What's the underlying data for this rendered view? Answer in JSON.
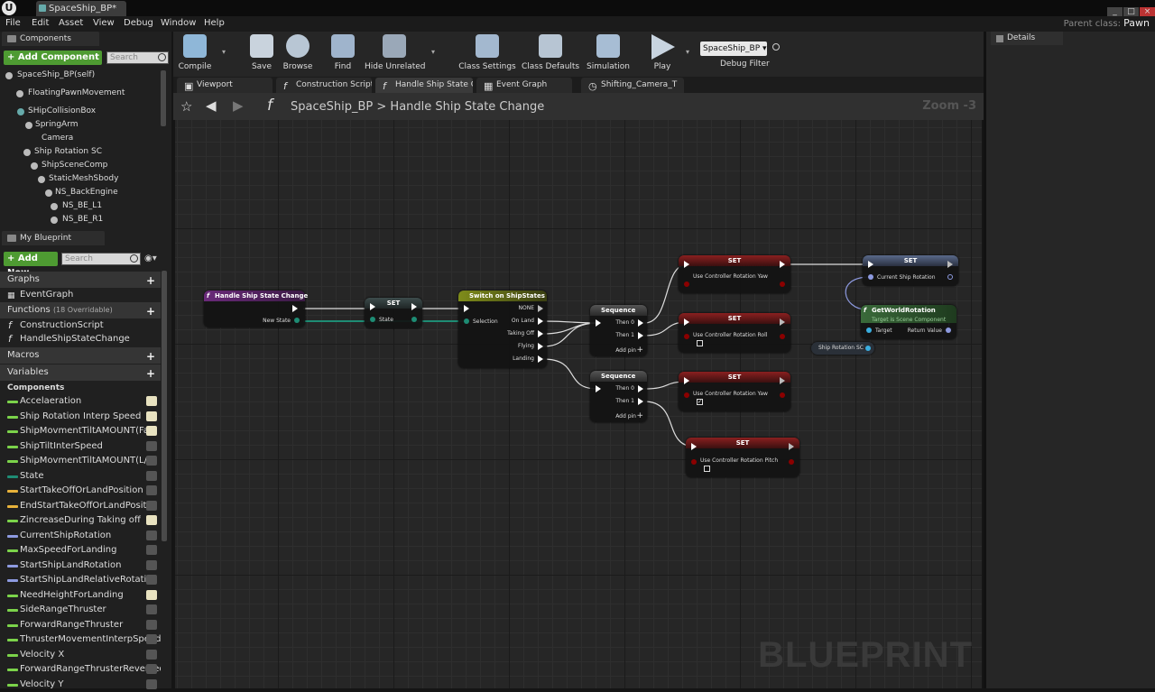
{
  "window": {
    "tab_title": "SpaceShip_BP*",
    "parent_class_label": "Parent class:",
    "parent_class_value": "Pawn"
  },
  "menu": [
    "File",
    "Edit",
    "Asset",
    "View",
    "Debug",
    "Window",
    "Help"
  ],
  "components": {
    "tab": "Components",
    "add_button": "+ Add Component",
    "search_placeholder": "Search",
    "tree": [
      "SpaceShip_BP(self)",
      "FloatingPawnMovement",
      "SHipCollisionBox",
      "SpringArm",
      "Camera",
      "Ship Rotation SC",
      "ShipSceneComp",
      "StaticMeshSbody",
      "NS_BackEngine",
      "NS_BE_L1",
      "NS_BE_R1"
    ]
  },
  "my_blueprint": {
    "tab": "My Blueprint",
    "add_button": "+ Add New",
    "search_placeholder": "Search",
    "graphs_header": "Graphs",
    "graphs": [
      "EventGraph"
    ],
    "functions_header": "Functions",
    "functions_count": "(18 Overridable)",
    "functions": [
      "ConstructionScript",
      "HandleShipStateChange"
    ],
    "macros_header": "Macros",
    "variables_header": "Variables",
    "variables_category": "Components",
    "variables": [
      {
        "name": "Accelaeration",
        "color": "#7bd34a",
        "visible": true
      },
      {
        "name": "Ship Rotation Interp Speed",
        "color": "#7bd34a",
        "visible": true
      },
      {
        "name": "ShipMovmentTiltAMOUNT(Fas",
        "color": "#7bd34a",
        "visible": true
      },
      {
        "name": "ShipTiltInterSpeed",
        "color": "#7bd34a",
        "visible": false
      },
      {
        "name": "ShipMovmentTiltAMOUNT(L/R",
        "color": "#7bd34a",
        "visible": false
      },
      {
        "name": "State",
        "color": "#1e8c74",
        "visible": false
      },
      {
        "name": "StartTakeOffOrLandPosition",
        "color": "#e8b23a",
        "visible": false
      },
      {
        "name": "EndStartTakeOffOrLandPositio",
        "color": "#e8b23a",
        "visible": false
      },
      {
        "name": "ZincreaseDuring Taking off",
        "color": "#7bd34a",
        "visible": true
      },
      {
        "name": "CurrentShipRotation",
        "color": "#8d9ae0",
        "visible": false
      },
      {
        "name": "MaxSpeedForLanding",
        "color": "#7bd34a",
        "visible": false
      },
      {
        "name": "StartShipLandRotation",
        "color": "#8d9ae0",
        "visible": false
      },
      {
        "name": "StartShipLandRelativeRotatio",
        "color": "#8d9ae0",
        "visible": false
      },
      {
        "name": "NeedHeightForLanding",
        "color": "#7bd34a",
        "visible": true
      },
      {
        "name": "SideRangeThruster",
        "color": "#7bd34a",
        "visible": false
      },
      {
        "name": "ForwardRangeThruster",
        "color": "#7bd34a",
        "visible": false
      },
      {
        "name": "ThrusterMovementInterpSpeed",
        "color": "#7bd34a",
        "visible": false
      },
      {
        "name": "Velocity X",
        "color": "#7bd34a",
        "visible": false
      },
      {
        "name": "ForwardRangeThrusterReversed",
        "color": "#7bd34a",
        "visible": false
      },
      {
        "name": "Velocity Y",
        "color": "#7bd34a",
        "visible": false
      }
    ]
  },
  "toolbar": {
    "compile": "Compile",
    "save": "Save",
    "browse": "Browse",
    "find": "Find",
    "hide_unrelated": "Hide Unrelated",
    "class_settings": "Class Settings",
    "class_defaults": "Class Defaults",
    "simulation": "Simulation",
    "play": "Play",
    "debug_object": "SpaceShip_BP",
    "debug_filter": "Debug Filter"
  },
  "editor_tabs": [
    "Viewport",
    "Construction Script",
    "Handle Ship State C",
    "Event Graph",
    "Shifting_Camera_T"
  ],
  "graph_header": {
    "blueprint": "SpaceShip_BP",
    "separator": ">",
    "function": "Handle Ship State Change",
    "zoom": "Zoom -3"
  },
  "details": {
    "tab": "Details"
  },
  "graph": {
    "watermark": "BLUEPRINT",
    "entry": {
      "title": "Handle Ship State Change",
      "pin": "New State"
    },
    "set_state": {
      "title": "SET",
      "pin": "State"
    },
    "switch": {
      "title": "Switch on ShipStates",
      "input": "Selection",
      "outputs": [
        "NONE",
        "On Land",
        "Taking Off",
        "Flying",
        "Landing"
      ]
    },
    "seq1": {
      "title": "Sequence",
      "then0": "Then 0",
      "then1": "Then 1",
      "add": "Add pin"
    },
    "seq2": {
      "title": "Sequence",
      "then0": "Then 0",
      "then1": "Then 1",
      "add": "Add pin"
    },
    "set_yaw1": {
      "title": "SET",
      "pin": "Use Controller Rotation Yaw"
    },
    "set_roll": {
      "title": "SET",
      "pin": "Use Controller Rotation Roll"
    },
    "set_yaw2": {
      "title": "SET",
      "pin": "Use Controller Rotation Yaw",
      "checked": true
    },
    "set_pitch": {
      "title": "SET",
      "pin": "Use Controller Rotation Pitch"
    },
    "set_rot": {
      "title": "SET",
      "pin": "Current Ship Rotation"
    },
    "get_world_rot": {
      "title": "GetWorldRotation",
      "subtitle": "Target is Scene Component",
      "target": "Target",
      "ret": "Return Value"
    },
    "ship_rot_ref": {
      "label": "Ship Rotation SC"
    }
  }
}
